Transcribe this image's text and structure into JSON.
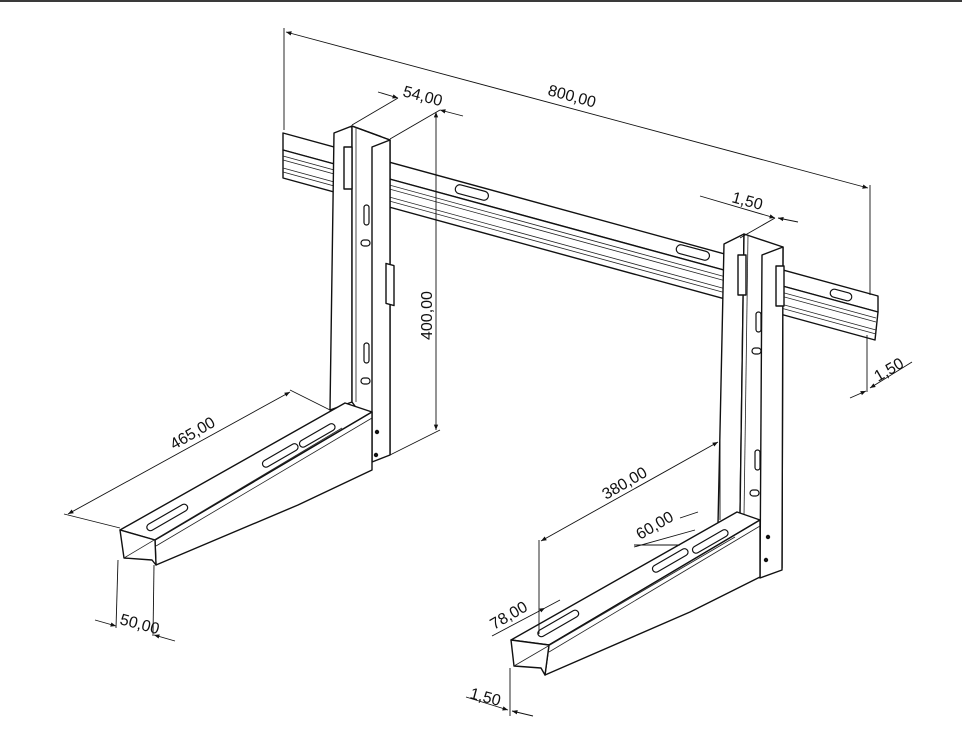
{
  "drawing": {
    "subject": "Air conditioner wall mounting bracket (isometric)",
    "dimensions": {
      "overall_length": "800,00",
      "post_width": "54,00",
      "rail_thickness": "1,50",
      "rail_edge_thickness": "1,50",
      "post_height": "400,00",
      "arm_length_left": "465,00",
      "arm_width": "50,00",
      "slot_span": "380,00",
      "slot_length": "60,00",
      "slot_offset": "78,00",
      "arm_thickness": "1,50"
    }
  }
}
